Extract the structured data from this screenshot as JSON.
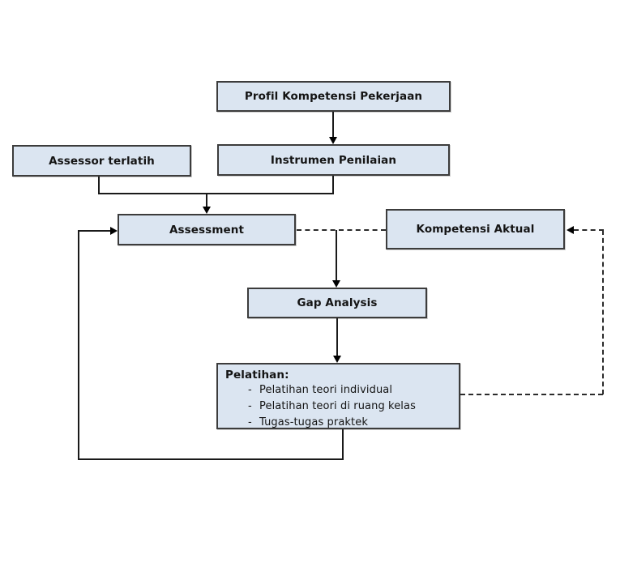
{
  "diagram": {
    "type": "flowchart",
    "bullet": "-",
    "colors": {
      "node_fill": "#dbe5f1",
      "node_border": "#3c3c3c",
      "line": "#1a1a1a",
      "background": "#ffffff"
    },
    "nodes": {
      "profil": {
        "label": "Profil Kompetensi Pekerjaan"
      },
      "assessor": {
        "label": "Assessor terlatih"
      },
      "instrumen": {
        "label": "Instrumen Penilaian"
      },
      "assessment": {
        "label": "Assessment"
      },
      "kompetensi": {
        "label": "Kompetensi Aktual"
      },
      "gap": {
        "label": "Gap Analysis"
      },
      "pelatihan": {
        "label": "Pelatihan:",
        "items": [
          "Pelatihan teori individual",
          "Pelatihan teori di ruang kelas",
          "Tugas-tugas praktek"
        ]
      }
    },
    "edges": [
      "Profil Kompetensi Pekerjaan -> Instrumen Penilaian (solid arrow)",
      "Assessor terlatih + Instrumen Penilaian -> Assessment (solid arrow)",
      "Assessment -- Kompetensi Aktual (dashed)",
      "Assessment/Kompetensi junction -> Gap Analysis (solid arrow)",
      "Gap Analysis -> Pelatihan (solid arrow)",
      "Pelatihan -> Assessment (solid feedback loop arrow)",
      "Pelatihan -> Kompetensi Aktual (dashed feedback loop arrow)"
    ]
  }
}
